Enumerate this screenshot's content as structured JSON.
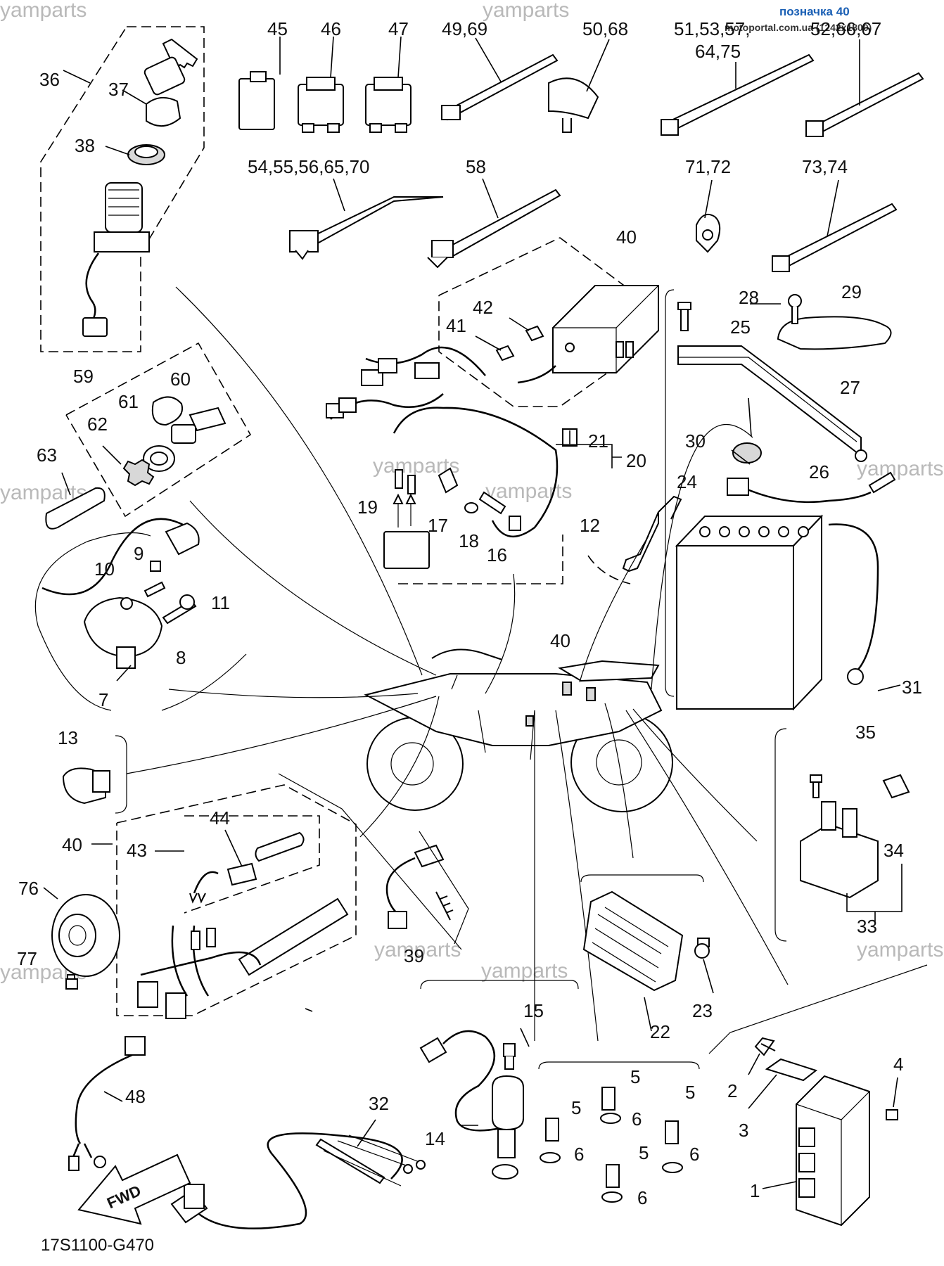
{
  "header": {
    "title": "позначка 40",
    "subtitle": "motoportal.com.ua (1242x1800)"
  },
  "watermark": "yamparts",
  "diagram_code": "17S1100-G470",
  "fwd_label": "FWD",
  "callouts": {
    "c1": "1",
    "c2": "2",
    "c3": "3",
    "c4": "4",
    "c5a": "5",
    "c5b": "5",
    "c5c": "5",
    "c5d": "5",
    "c6a": "6",
    "c6b": "6",
    "c6c": "6",
    "c6d": "6",
    "c7": "7",
    "c8": "8",
    "c9": "9",
    "c10": "10",
    "c11": "11",
    "c12": "12",
    "c13": "13",
    "c14": "14",
    "c15": "15",
    "c16": "16",
    "c17": "17",
    "c18": "18",
    "c19": "19",
    "c20": "20",
    "c21": "21",
    "c22": "22",
    "c23": "23",
    "c24": "24",
    "c25": "25",
    "c26": "26",
    "c27": "27",
    "c28": "28",
    "c29": "29",
    "c30": "30",
    "c31": "31",
    "c32": "32",
    "c33": "33",
    "c34": "34",
    "c35": "35",
    "c36": "36",
    "c37": "37",
    "c38": "38",
    "c39": "39",
    "c40a": "40",
    "c40b": "40",
    "c40c": "40",
    "c41": "41",
    "c42": "42",
    "c43": "43",
    "c44": "44",
    "c45": "45",
    "c46": "46",
    "c47": "47",
    "c4969": "49,69",
    "c5068": "50,68",
    "c515357": "51,53,57,",
    "c6475": "64,75",
    "c526667": "52,66,67",
    "c5455": "54,55,56,65,70",
    "c58": "58",
    "c59": "59",
    "c60": "60",
    "c61": "61",
    "c62": "62",
    "c63": "63",
    "c7172": "71,72",
    "c7374": "73,74",
    "c76": "76",
    "c77": "77",
    "c48": "48"
  }
}
